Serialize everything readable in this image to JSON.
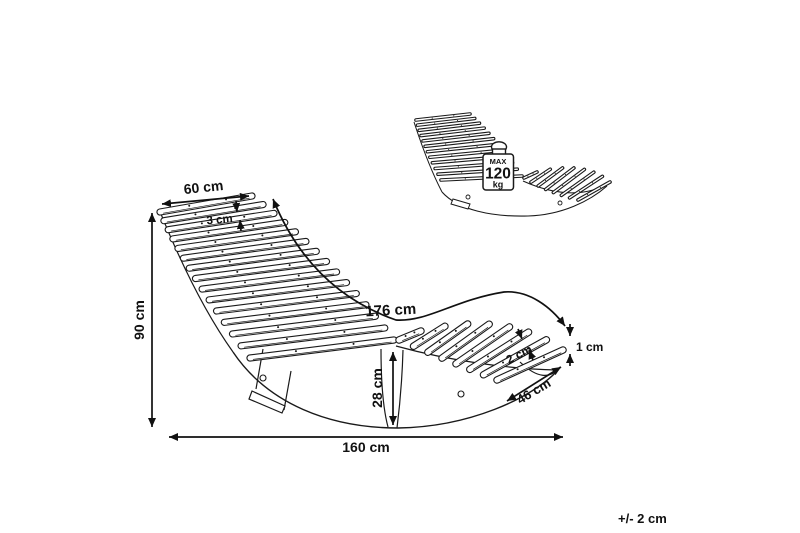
{
  "dimensions": {
    "back_slat_width": "60 cm",
    "back_slat_gap": "3 cm",
    "total_height": "90 cm",
    "lying_surface_length": "176 cm",
    "ground_clearance": "28 cm",
    "seat_slat_gap": "2 cm",
    "slat_thickness": "1 cm",
    "seat_section_width": "46 cm",
    "total_length": "160 cm"
  },
  "max_load": {
    "line1": "MAX",
    "line2": "120",
    "line3": "kg"
  },
  "tolerance_note": "+/- 2 cm",
  "colors": {
    "line": "#1a1a1a",
    "background": "#ffffff"
  }
}
